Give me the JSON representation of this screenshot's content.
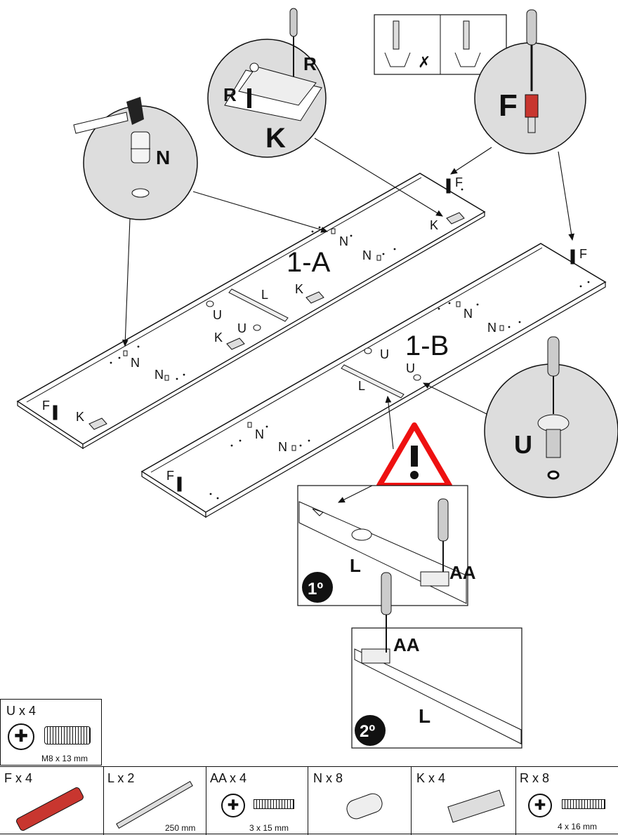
{
  "panels": {
    "a_label": "1-A",
    "b_label": "1-B"
  },
  "markers": {
    "N": "N",
    "K": "K",
    "F": "F",
    "U": "U",
    "L": "L",
    "R": "R",
    "AA": "AA"
  },
  "callouts": {
    "step1": "1º",
    "step2": "2º"
  },
  "parts": [
    {
      "code": "U",
      "qty": "U x 4",
      "size": "M8 x 13 mm",
      "icon": "cam-screw-icon"
    },
    {
      "code": "F",
      "qty": "F x 4",
      "size": "",
      "icon": "cam-bolt-icon"
    },
    {
      "code": "L",
      "qty": "L x 2",
      "size": "250 mm",
      "icon": "drawer-rail-icon"
    },
    {
      "code": "AA",
      "qty": "AA x 4",
      "size": "3 x 15  mm",
      "icon": "phillips-screw-icon"
    },
    {
      "code": "N",
      "qty": "N x 8",
      "size": "",
      "icon": "dowel-pin-icon"
    },
    {
      "code": "K",
      "qty": "K x 4",
      "size": "",
      "icon": "bracket-icon"
    },
    {
      "code": "R",
      "qty": "R x 8",
      "size": "4 x 16 mm",
      "icon": "phillips-screw-icon"
    }
  ]
}
